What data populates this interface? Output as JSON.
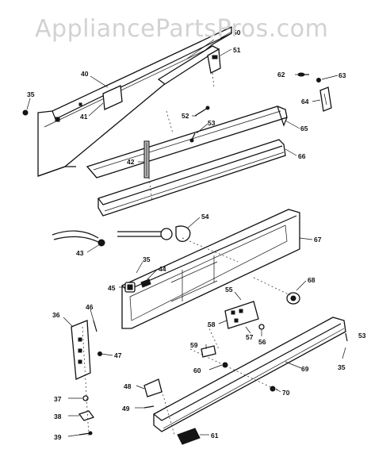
{
  "watermark": "AppliancePartsPros.com",
  "diagram": {
    "callouts": [
      {
        "id": "c40",
        "label": "40"
      },
      {
        "id": "c41",
        "label": "41"
      },
      {
        "id": "c35a",
        "label": "35"
      },
      {
        "id": "c50",
        "label": "50"
      },
      {
        "id": "c51",
        "label": "51"
      },
      {
        "id": "c52",
        "label": "52"
      },
      {
        "id": "c53a",
        "label": "53"
      },
      {
        "id": "c62",
        "label": "62"
      },
      {
        "id": "c63",
        "label": "63"
      },
      {
        "id": "c64",
        "label": "64"
      },
      {
        "id": "c65",
        "label": "65"
      },
      {
        "id": "c66",
        "label": "66"
      },
      {
        "id": "c42",
        "label": "42"
      },
      {
        "id": "c54",
        "label": "54"
      },
      {
        "id": "c43",
        "label": "43"
      },
      {
        "id": "c35b",
        "label": "35"
      },
      {
        "id": "c44",
        "label": "44"
      },
      {
        "id": "c67",
        "label": "67"
      },
      {
        "id": "c45",
        "label": "45"
      },
      {
        "id": "c55",
        "label": "55"
      },
      {
        "id": "c68",
        "label": "68"
      },
      {
        "id": "c46",
        "label": "46"
      },
      {
        "id": "c36",
        "label": "36"
      },
      {
        "id": "c58",
        "label": "58"
      },
      {
        "id": "c57",
        "label": "57"
      },
      {
        "id": "c56",
        "label": "56"
      },
      {
        "id": "c53b",
        "label": "53"
      },
      {
        "id": "c47",
        "label": "47"
      },
      {
        "id": "c59",
        "label": "59"
      },
      {
        "id": "c35c",
        "label": "35"
      },
      {
        "id": "c69",
        "label": "69"
      },
      {
        "id": "c60",
        "label": "60"
      },
      {
        "id": "c48",
        "label": "48"
      },
      {
        "id": "c70",
        "label": "70"
      },
      {
        "id": "c49",
        "label": "49"
      },
      {
        "id": "c37",
        "label": "37"
      },
      {
        "id": "c38",
        "label": "38"
      },
      {
        "id": "c39",
        "label": "39"
      },
      {
        "id": "c61",
        "label": "61"
      }
    ]
  }
}
